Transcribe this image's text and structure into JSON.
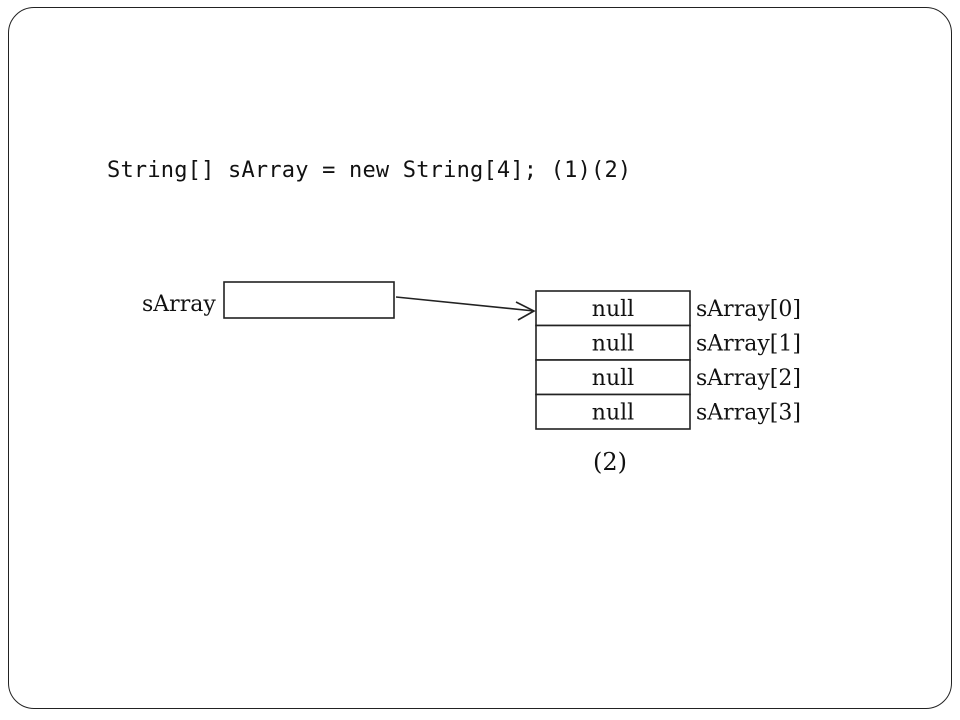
{
  "code_line": "String[] sArray = new String[4]; (1)(2)",
  "diagram": {
    "variable_label": "sArray",
    "cells": [
      {
        "value": "null",
        "label": "sArray[0]"
      },
      {
        "value": "null",
        "label": "sArray[1]"
      },
      {
        "value": "null",
        "label": "sArray[2]"
      },
      {
        "value": "null",
        "label": "sArray[3]"
      }
    ],
    "caption": "(2)"
  }
}
